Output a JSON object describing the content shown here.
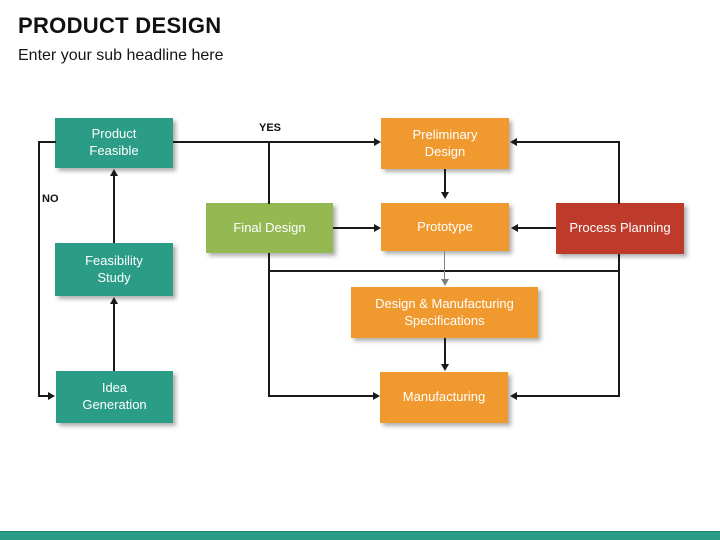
{
  "slide": {
    "title": "PRODUCT DESIGN",
    "subtitle": "Enter your sub headline here"
  },
  "flowchart": {
    "nodes": [
      {
        "id": "product-feasible",
        "label": "Product Feasible",
        "color": "#2B9D87"
      },
      {
        "id": "feasibility-study",
        "label": "Feasibility Study",
        "color": "#2B9D87"
      },
      {
        "id": "idea-generation",
        "label": "Idea Generation",
        "color": "#2B9D87"
      },
      {
        "id": "final-design",
        "label": "Final Design",
        "color": "#94B953"
      },
      {
        "id": "preliminary-design",
        "label": "Preliminary Design",
        "color": "#F0992E"
      },
      {
        "id": "prototype",
        "label": "Prototype",
        "color": "#F0992E"
      },
      {
        "id": "process-planning",
        "label": "Process Planning",
        "color": "#BE3B2B"
      },
      {
        "id": "design-manufacturing-specifications",
        "label": "Design & Manufacturing Specifications",
        "color": "#F0992E"
      },
      {
        "id": "manufacturing",
        "label": "Manufacturing",
        "color": "#F0992E"
      }
    ],
    "decision_labels": {
      "yes": "YES",
      "no": "NO"
    },
    "edges": [
      {
        "from": "product-feasible",
        "to": "preliminary-design",
        "label": "YES"
      },
      {
        "from": "product-feasible",
        "to": "idea-generation",
        "label": "NO"
      },
      {
        "from": "idea-generation",
        "to": "feasibility-study"
      },
      {
        "from": "feasibility-study",
        "to": "product-feasible"
      },
      {
        "from": "preliminary-design",
        "to": "prototype"
      },
      {
        "from": "final-design",
        "to": "prototype"
      },
      {
        "from": "process-planning",
        "to": "prototype"
      },
      {
        "from": "process-planning",
        "to": "preliminary-design"
      },
      {
        "from": "prototype",
        "to": "design-manufacturing-specifications"
      },
      {
        "from": "design-manufacturing-specifications",
        "to": "manufacturing"
      },
      {
        "from": "final-design",
        "to": "manufacturing"
      },
      {
        "from": "process-planning",
        "to": "manufacturing"
      }
    ]
  },
  "colors": {
    "teal": "#2B9D87",
    "green": "#94B953",
    "orange": "#F0992E",
    "red": "#BE3B2B",
    "line": "#1A1A1A",
    "gray_line": "#7F7F7F",
    "footer_bar": "#2B9D87"
  }
}
